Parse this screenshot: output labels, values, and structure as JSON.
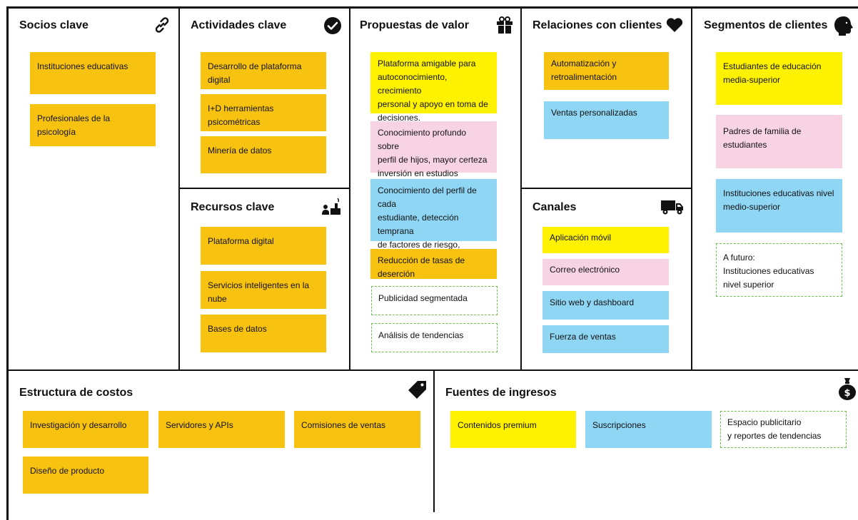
{
  "colors": {
    "orange": "#f8c210",
    "yellow": "#fff200",
    "pink": "#f8d3e4",
    "blue": "#8fd6f4",
    "dashed_border": "#6cc24a"
  },
  "blocks": {
    "socios": {
      "title": "Socios clave",
      "icon": "link-icon",
      "notes": [
        "Instituciones educativas",
        "Profesionales de la psicología"
      ]
    },
    "actividades": {
      "title": "Actividades clave",
      "icon": "checkmark-circle-icon",
      "notes": [
        "Desarrollo de plataforma digital",
        "I+D herramientas psicométricas",
        "Minería de datos"
      ]
    },
    "recursos": {
      "title": "Recursos clave",
      "icon": "factory-worker-icon",
      "notes": [
        "Plataforma digital",
        "Servicios inteligentes en la nube",
        "Bases de datos"
      ]
    },
    "propuestas": {
      "title": "Propuestas de valor",
      "icon": "gift-icon",
      "notes": [
        "Plataforma amigable para\nautoconocimiento, crecimiento\npersonal y apoyo en toma de\ndecisiones.",
        "Conocimiento profundo sobre\nperfil de hijos, mayor certeza\ninversión en estudios universitarios",
        "Conocimiento del perfil de cada\nestudiante, detección temprana\nde factores de riesgo,  orientación\nacadémica de alta calidad",
        "Reducción de tasas de deserción",
        "Publicidad segmentada",
        "Análisis de tendencias"
      ]
    },
    "relaciones": {
      "title": "Relaciones con clientes",
      "icon": "heart-icon",
      "notes": [
        "Automatización y\nretroalimentación",
        "Ventas personalizadas"
      ]
    },
    "canales": {
      "title": "Canales",
      "icon": "truck-icon",
      "notes": [
        "Aplicación móvil",
        "Correo electrónico",
        "Sitio web y dashboard",
        "Fuerza de ventas"
      ]
    },
    "segmentos": {
      "title": "Segmentos de clientes",
      "icon": "person-head-icon",
      "notes": [
        "Estudiantes de educación\nmedia-superior",
        "Padres de familia de estudiantes",
        "Instituciones educativas nivel\nmedio-superior",
        "A futuro:\nInstituciones educativas\nnivel superior"
      ]
    },
    "costos": {
      "title": "Estructura de costos",
      "icon": "price-tag-icon",
      "notes": [
        "Investigación y desarrollo",
        "Servidores y APIs",
        "Comisiones de ventas",
        "Diseño de producto"
      ]
    },
    "ingresos": {
      "title": "Fuentes de ingresos",
      "icon": "money-bag-icon",
      "notes": [
        "Contenidos premium",
        "Suscripciones",
        "Espacio publicitario\ny reportes de tendencias"
      ]
    }
  }
}
